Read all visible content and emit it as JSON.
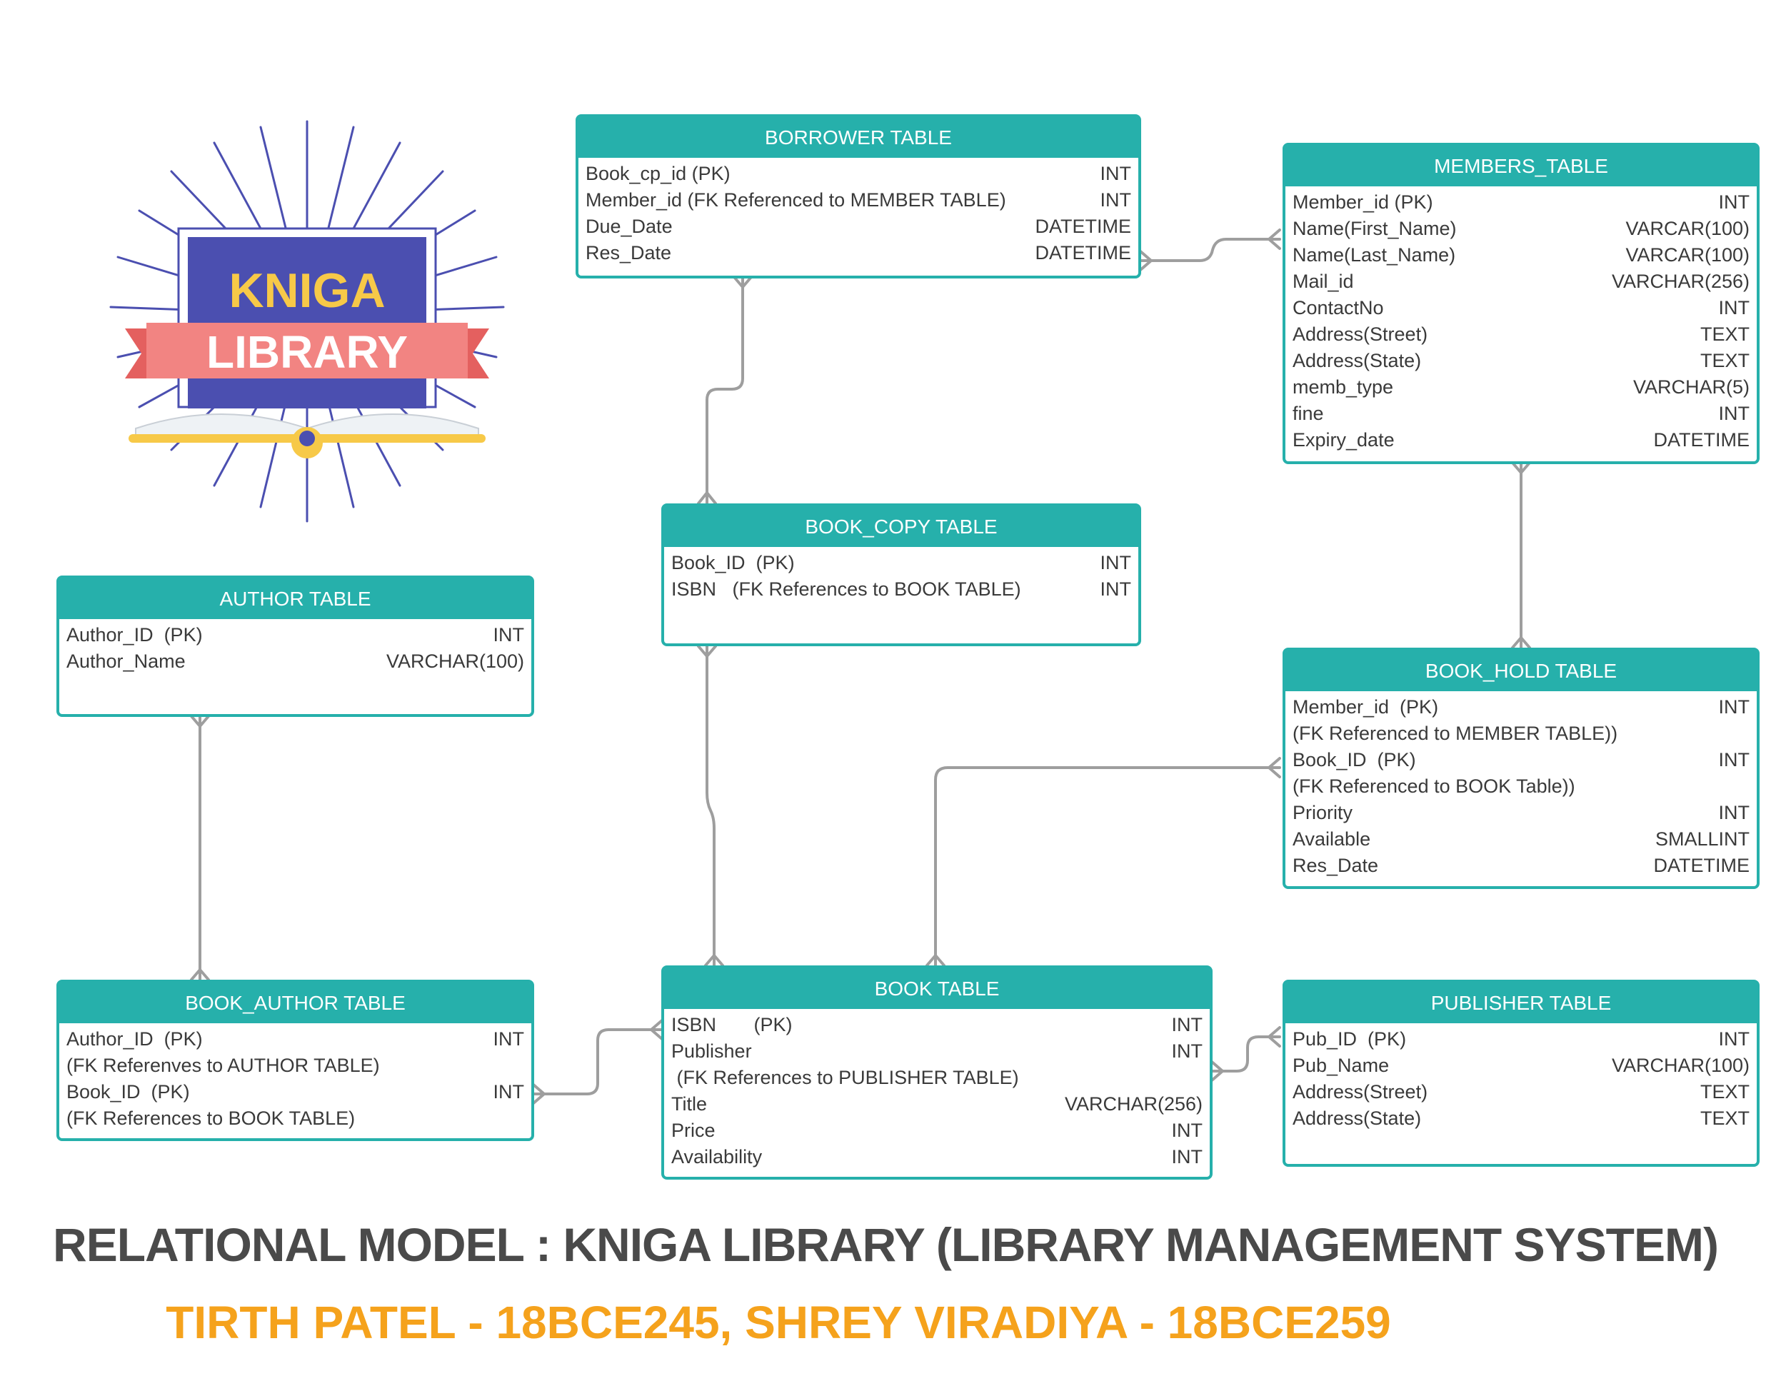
{
  "logo": {
    "line1": "KNIGA",
    "line2": "LIBRARY"
  },
  "colors": {
    "header": "#26b0ab",
    "connector": "#9e9e9e",
    "title": "#4a4a4a",
    "subtitle": "#f5a21c"
  },
  "tables": {
    "borrower": {
      "title": "BORROWER TABLE",
      "rows": [
        {
          "name": "Book_cp_id (PK)",
          "type": "INT"
        },
        {
          "name": "Member_id (FK Referenced to MEMBER TABLE)",
          "type": "INT"
        },
        {
          "name": "Due_Date",
          "type": "DATETIME"
        },
        {
          "name": "Res_Date",
          "type": "DATETIME"
        }
      ]
    },
    "members": {
      "title": "MEMBERS_TABLE",
      "rows": [
        {
          "name": "Member_id (PK)",
          "type": "INT"
        },
        {
          "name": "Name(First_Name)",
          "type": "VARCAR(100)"
        },
        {
          "name": "Name(Last_Name)",
          "type": "VARCAR(100)"
        },
        {
          "name": "Mail_id",
          "type": "VARCHAR(256)"
        },
        {
          "name": "ContactNo",
          "type": "INT"
        },
        {
          "name": "Address(Street)",
          "type": "TEXT"
        },
        {
          "name": "Address(State)",
          "type": "TEXT"
        },
        {
          "name": "memb_type",
          "type": "VARCHAR(5)"
        },
        {
          "name": "fine",
          "type": "INT"
        },
        {
          "name": "Expiry_date",
          "type": "DATETIME"
        }
      ]
    },
    "book_copy": {
      "title": "BOOK_COPY TABLE",
      "rows": [
        {
          "name": "Book_ID  (PK)",
          "type": "INT"
        },
        {
          "name": "ISBN   (FK References to BOOK TABLE)",
          "type": "INT"
        }
      ]
    },
    "author": {
      "title": "AUTHOR TABLE",
      "rows": [
        {
          "name": "Author_ID  (PK)",
          "type": "INT"
        },
        {
          "name": "Author_Name",
          "type": "VARCHAR(100)"
        }
      ]
    },
    "book_hold": {
      "title": "BOOK_HOLD TABLE",
      "rows": [
        {
          "name": "Member_id  (PK)",
          "type": "INT"
        },
        {
          "name": "(FK Referenced to MEMBER TABLE))",
          "type": ""
        },
        {
          "name": "Book_ID  (PK)",
          "type": "INT"
        },
        {
          "name": "(FK Referenced to BOOK Table))",
          "type": ""
        },
        {
          "name": "Priority",
          "type": "INT"
        },
        {
          "name": "Available",
          "type": "SMALLINT"
        },
        {
          "name": "Res_Date",
          "type": "DATETIME"
        }
      ]
    },
    "book_author": {
      "title": "BOOK_AUTHOR TABLE",
      "rows": [
        {
          "name": "Author_ID  (PK)",
          "type": "INT"
        },
        {
          "name": "(FK Referenves to AUTHOR TABLE)",
          "type": ""
        },
        {
          "name": "Book_ID  (PK)",
          "type": "INT"
        },
        {
          "name": "(FK References to BOOK TABLE)",
          "type": ""
        }
      ]
    },
    "book": {
      "title": "BOOK TABLE",
      "rows": [
        {
          "name": "ISBN       (PK)",
          "type": "INT"
        },
        {
          "name": "Publisher",
          "type": "INT"
        },
        {
          "name": " (FK References to PUBLISHER TABLE)",
          "type": ""
        },
        {
          "name": "Title",
          "type": "VARCHAR(256)"
        },
        {
          "name": "Price",
          "type": "INT"
        },
        {
          "name": "Availability",
          "type": "INT"
        }
      ]
    },
    "publisher": {
      "title": "PUBLISHER  TABLE",
      "rows": [
        {
          "name": "Pub_ID  (PK)",
          "type": "INT"
        },
        {
          "name": "Pub_Name",
          "type": "VARCHAR(100)"
        },
        {
          "name": "Address(Street)",
          "type": "TEXT"
        },
        {
          "name": "Address(State)",
          "type": "TEXT"
        }
      ]
    }
  },
  "footer": {
    "title": "RELATIONAL MODEL : KNIGA LIBRARY (LIBRARY MANAGEMENT SYSTEM)",
    "authors": "TIRTH PATEL - 18BCE245, SHREY VIRADIYA - 18BCE259"
  }
}
